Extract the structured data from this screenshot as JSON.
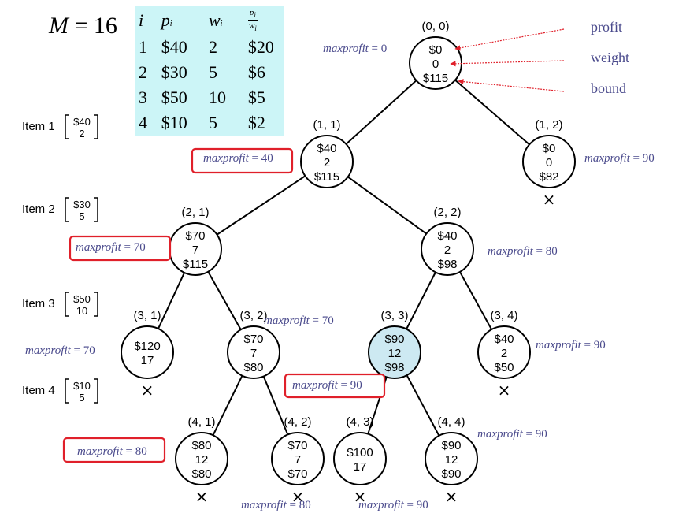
{
  "problem": {
    "capacity_label": "M",
    "capacity_eq": "=",
    "capacity_value": "16"
  },
  "table": {
    "headers": [
      "i",
      "p",
      "w",
      "p/w"
    ],
    "header_subscript": "i",
    "rows": [
      [
        "1",
        "$40",
        "2",
        "$20"
      ],
      [
        "2",
        "$30",
        "5",
        "$6"
      ],
      [
        "3",
        "$50",
        "10",
        "$5"
      ],
      [
        "4",
        "$10",
        "5",
        "$2"
      ]
    ]
  },
  "items": [
    {
      "label": "Item 1",
      "profit": "$40",
      "weight": "2"
    },
    {
      "label": "Item 2",
      "profit": "$30",
      "weight": "5"
    },
    {
      "label": "Item 3",
      "profit": "$50",
      "weight": "10"
    },
    {
      "label": "Item 4",
      "profit": "$10",
      "weight": "5"
    }
  ],
  "callouts": [
    "profit",
    "weight",
    "bound"
  ],
  "nodes": [
    {
      "id": "0,0",
      "label": "(0, 0)",
      "values": [
        "$0",
        "0",
        "$115"
      ],
      "pruned": false,
      "highlight": false,
      "maxprofit": "maxprofit = 0",
      "mp_boxed": false
    },
    {
      "id": "1,1",
      "label": "(1, 1)",
      "values": [
        "$40",
        "2",
        "$115"
      ],
      "pruned": false,
      "highlight": false,
      "maxprofit": "maxprofit = 40",
      "mp_boxed": true
    },
    {
      "id": "1,2",
      "label": "(1, 2)",
      "values": [
        "$0",
        "0",
        "$82"
      ],
      "pruned": true,
      "highlight": false,
      "maxprofit": "maxprofit = 90",
      "mp_boxed": false
    },
    {
      "id": "2,1",
      "label": "(2, 1)",
      "values": [
        "$70",
        "7",
        "$115"
      ],
      "pruned": false,
      "highlight": false,
      "maxprofit": "maxprofit = 70",
      "mp_boxed": true
    },
    {
      "id": "2,2",
      "label": "(2, 2)",
      "values": [
        "$40",
        "2",
        "$98"
      ],
      "pruned": false,
      "highlight": false,
      "maxprofit": "maxprofit = 80",
      "mp_boxed": false
    },
    {
      "id": "3,1",
      "label": "(3, 1)",
      "values": [
        "$120",
        "17"
      ],
      "pruned": true,
      "highlight": false,
      "maxprofit": "maxprofit = 70",
      "mp_boxed": false
    },
    {
      "id": "3,2",
      "label": "(3, 2)",
      "values": [
        "$70",
        "7",
        "$80"
      ],
      "pruned": false,
      "highlight": false,
      "maxprofit": "maxprofit = 70",
      "mp_boxed": false
    },
    {
      "id": "3,3",
      "label": "(3, 3)",
      "values": [
        "$90",
        "12",
        "$98"
      ],
      "pruned": false,
      "highlight": true,
      "maxprofit": "maxprofit = 90",
      "mp_boxed": true
    },
    {
      "id": "3,4",
      "label": "(3, 4)",
      "values": [
        "$40",
        "2",
        "$50"
      ],
      "pruned": true,
      "highlight": false,
      "maxprofit": "maxprofit = 90",
      "mp_boxed": false
    },
    {
      "id": "4,1",
      "label": "(4, 1)",
      "values": [
        "$80",
        "12",
        "$80"
      ],
      "pruned": true,
      "highlight": false,
      "maxprofit": "maxprofit = 80",
      "mp_boxed": true
    },
    {
      "id": "4,2",
      "label": "(4, 2)",
      "values": [
        "$70",
        "7",
        "$70"
      ],
      "pruned": true,
      "highlight": false,
      "maxprofit": "maxprofit = 80",
      "mp_boxed": false
    },
    {
      "id": "4,3",
      "label": "(4, 3)",
      "values": [
        "$100",
        "17"
      ],
      "pruned": true,
      "highlight": false,
      "maxprofit": "",
      "mp_boxed": false
    },
    {
      "id": "4,4",
      "label": "(4, 4)",
      "values": [
        "$90",
        "12",
        "$90"
      ],
      "pruned": true,
      "highlight": false,
      "maxprofit": "maxprofit = 90",
      "mp_boxed": false
    }
  ],
  "edges": [
    [
      "0,0",
      "1,1"
    ],
    [
      "0,0",
      "1,2"
    ],
    [
      "1,1",
      "2,1"
    ],
    [
      "1,1",
      "2,2"
    ],
    [
      "2,1",
      "3,1"
    ],
    [
      "2,1",
      "3,2"
    ],
    [
      "2,2",
      "3,3"
    ],
    [
      "2,2",
      "3,4"
    ],
    [
      "3,2",
      "4,1"
    ],
    [
      "3,2",
      "4,2"
    ],
    [
      "3,3",
      "4,3"
    ],
    [
      "3,3",
      "4,4"
    ]
  ],
  "colors": {
    "maxprofit_text": "#4a4a8c",
    "box_border": "#e0202a",
    "arrow": "#e0202a",
    "highlight_fill": "#cde9f2",
    "table_bg": "#ccf5f7"
  }
}
